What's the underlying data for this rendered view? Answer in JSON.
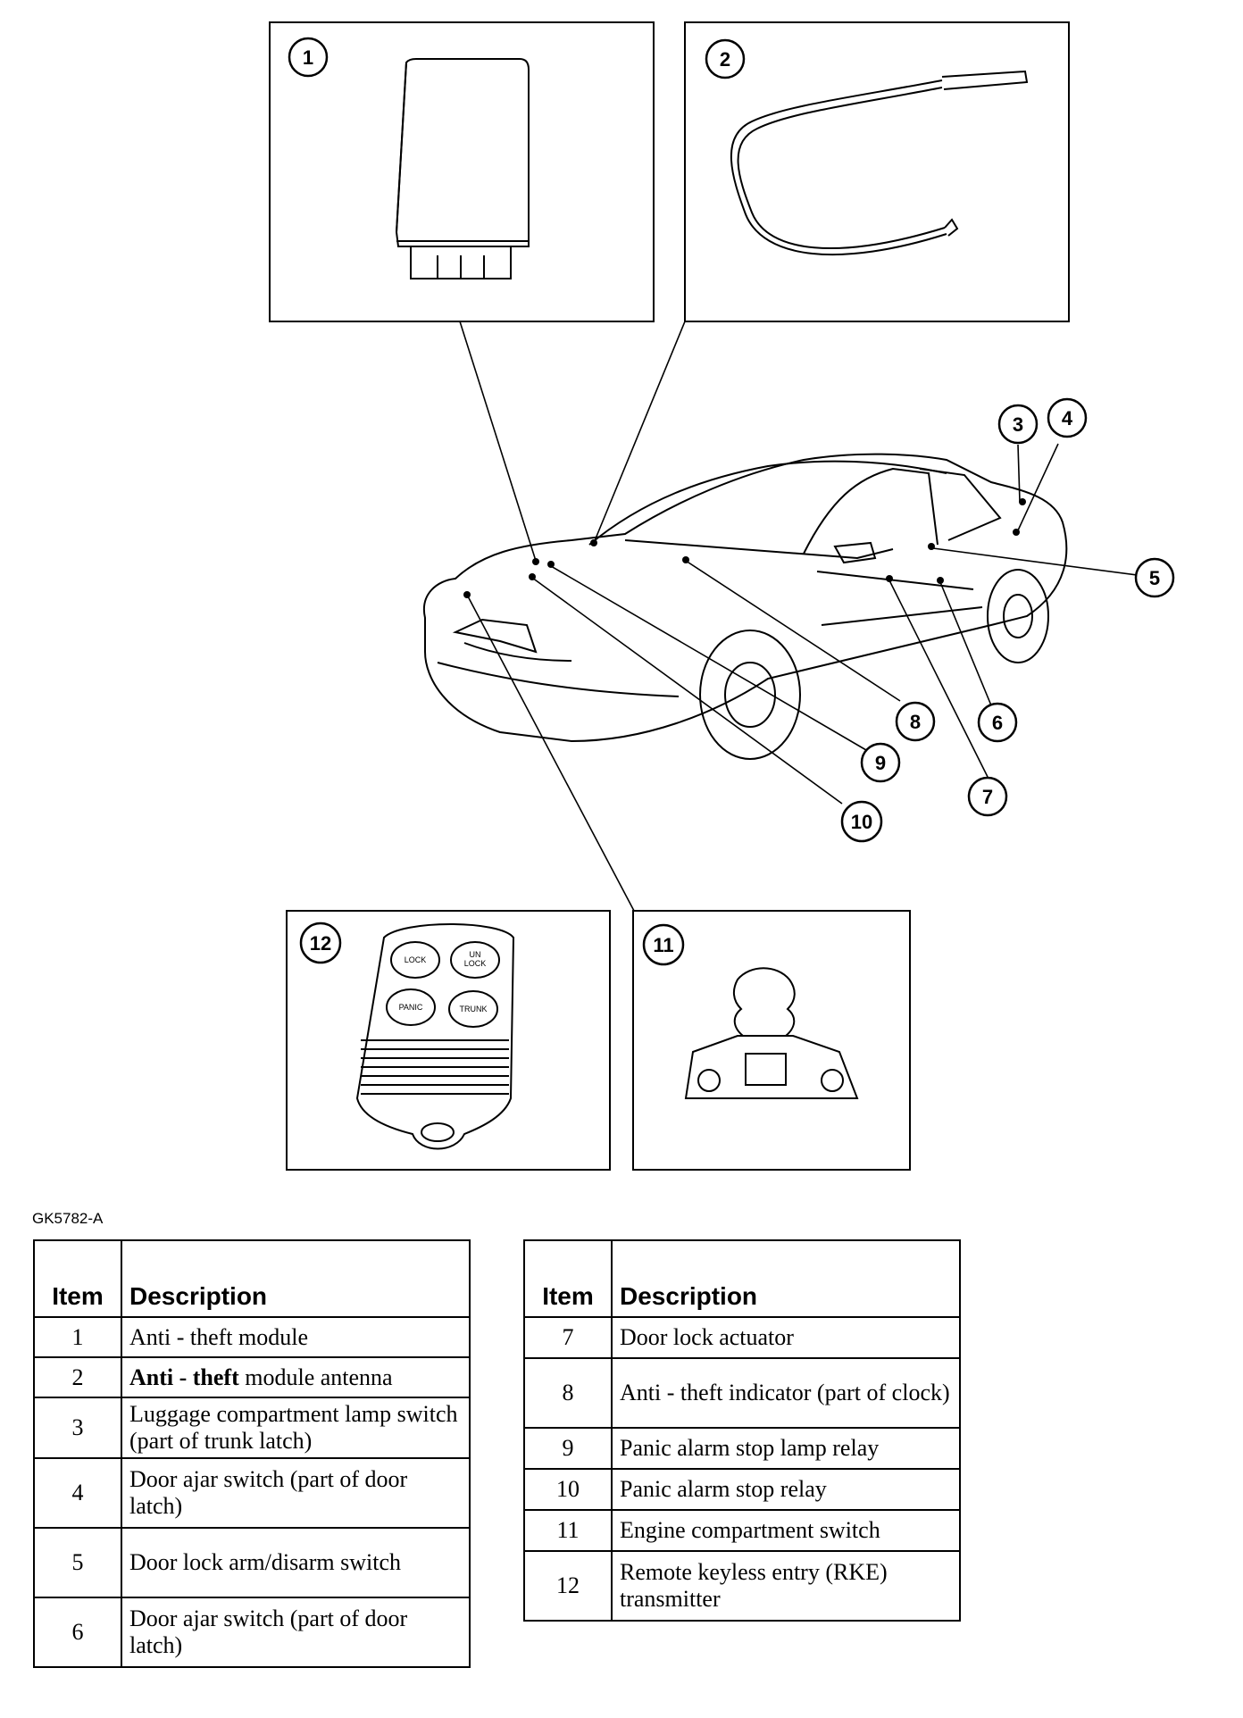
{
  "figure_code": "GK5782-A",
  "callouts": [
    "1",
    "2",
    "3",
    "4",
    "5",
    "6",
    "7",
    "8",
    "9",
    "10",
    "11",
    "12"
  ],
  "fob_buttons": {
    "lock": "LOCK",
    "unlock_line1": "UN",
    "unlock_line2": "LOCK",
    "panic": "PANIC",
    "trunk": "TRUNK"
  },
  "table_headers": {
    "item": "Item",
    "description": "Description"
  },
  "items_left": [
    {
      "item": "1",
      "description": "Anti - theft module"
    },
    {
      "item": "2",
      "description_bold": "Anti - theft",
      "description_rest": " module antenna"
    },
    {
      "item": "3",
      "description": "Luggage compartment lamp switch (part of trunk latch)"
    },
    {
      "item": "4",
      "description": "Door ajar switch (part of door latch)"
    },
    {
      "item": "5",
      "description": "Door lock arm/disarm switch"
    },
    {
      "item": "6",
      "description": "Door ajar switch (part of door latch)"
    }
  ],
  "items_right": [
    {
      "item": "7",
      "description": "Door lock actuator"
    },
    {
      "item": "8",
      "description": "Anti - theft indicator (part of clock)"
    },
    {
      "item": "9",
      "description": "Panic alarm stop lamp relay"
    },
    {
      "item": "10",
      "description": "Panic alarm stop relay"
    },
    {
      "item": "11",
      "description": "Engine compartment switch"
    },
    {
      "item": "12",
      "description": "Remote keyless entry (RKE) transmitter"
    }
  ]
}
